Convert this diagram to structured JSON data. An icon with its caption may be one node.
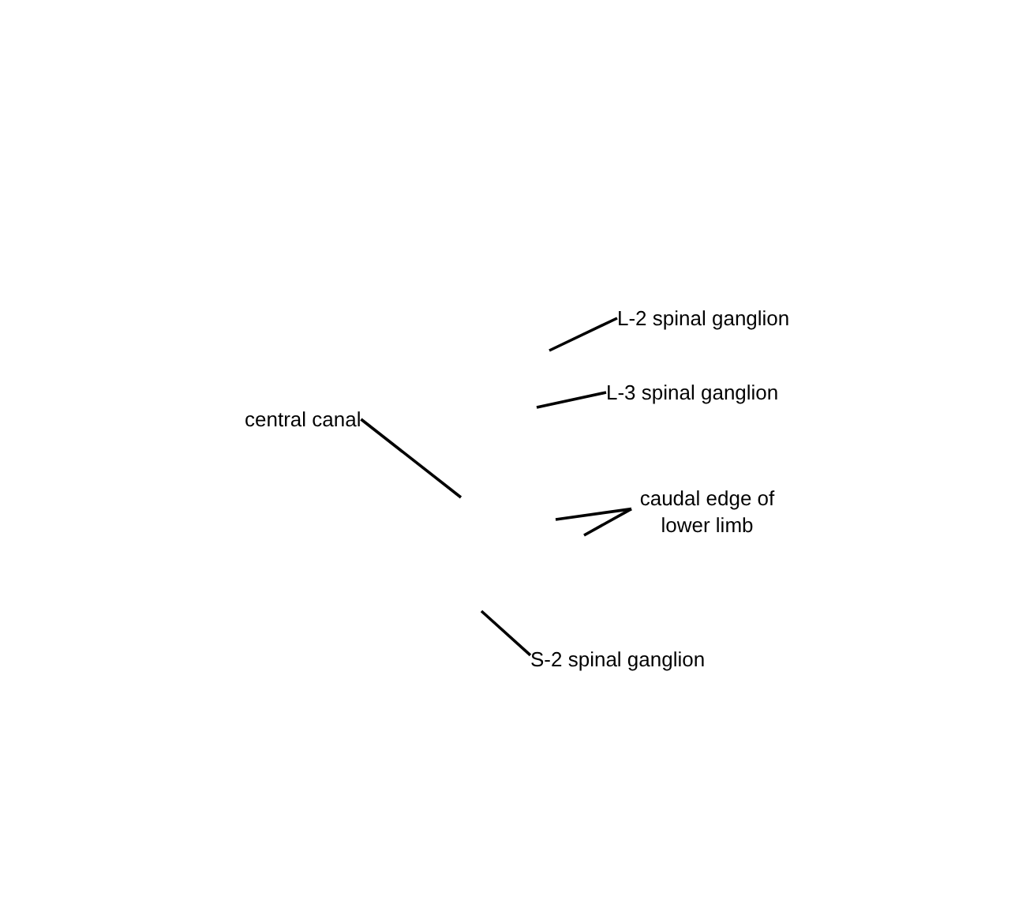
{
  "diagram": {
    "nodes": [
      {
        "text": [
          "L-2 spinal ganglion"
        ]
      },
      {
        "text": [
          "L-3 spinal ganglion"
        ]
      },
      {
        "text": [
          "central canal"
        ]
      },
      {
        "text": [
          "caudal edge of lower limb"
        ]
      },
      {
        "text": [
          "S-2 spinal ganglion"
        ]
      }
    ],
    "edges": [
      {
        "from": 0,
        "to": null,
        "arrow": "none"
      },
      {
        "from": 1,
        "to": null,
        "arrow": "none"
      },
      {
        "from": 2,
        "to": null,
        "arrow": "none"
      },
      {
        "from": 3,
        "to": null,
        "arrow": "none"
      },
      {
        "from": 3,
        "to": null,
        "arrow": "none"
      },
      {
        "from": 4,
        "to": null,
        "arrow": "none"
      }
    ]
  }
}
